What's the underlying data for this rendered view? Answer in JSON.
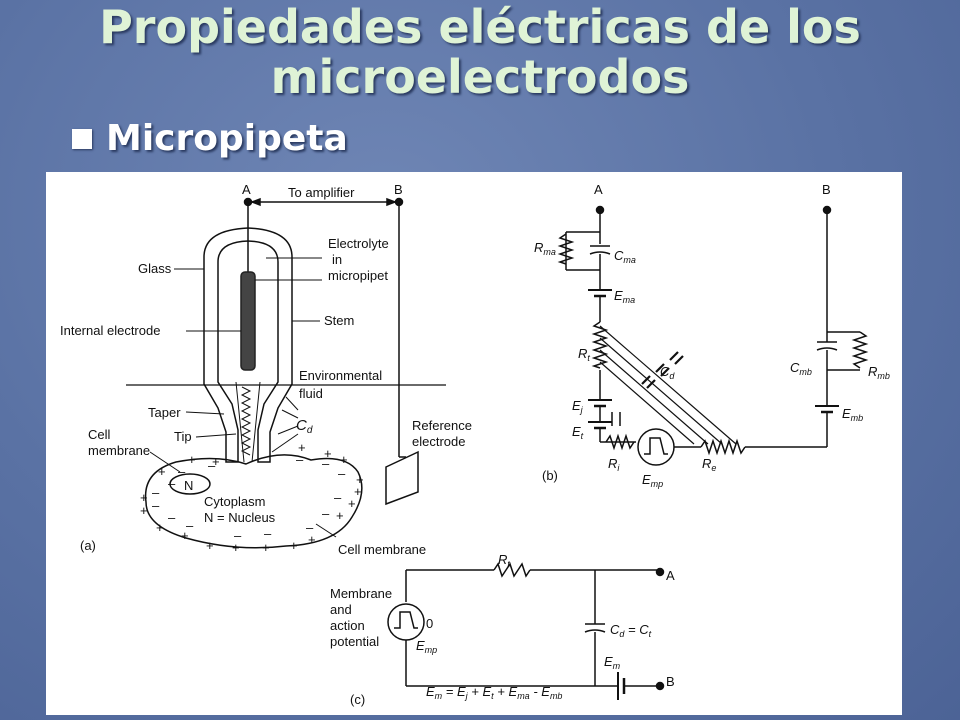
{
  "slide": {
    "title_line1": "Propiedades eléctricas de los",
    "title_line2": "microelectrodos",
    "bullet": "Micropipeta"
  },
  "figure": {
    "a": {
      "point_a": "A",
      "point_b": "B",
      "to_amplifier": "To amplifier",
      "electrolyte": "Electrolyte",
      "in": "in",
      "micropipet": "micropipet",
      "glass": "Glass",
      "internal_electrode": "Internal electrode",
      "stem": "Stem",
      "environmental": "Environmental",
      "fluid": "fluid",
      "taper": "Taper",
      "tip": "Tip",
      "cell": "Cell",
      "membrane": "membrane",
      "cd": "C",
      "cd_sub": "d",
      "nucleus_n": "N",
      "cytoplasm": "Cytoplasm",
      "nucleus": "N = Nucleus",
      "reference": "Reference",
      "electrode": "electrode",
      "cell_membrane": "Cell membrane",
      "label": "(a)"
    },
    "b": {
      "point_a": "A",
      "point_b": "B",
      "rma": "R",
      "rma_sub": "ma",
      "cma": "C",
      "cma_sub": "ma",
      "ema": "E",
      "ema_sub": "ma",
      "rt": "R",
      "rt_sub": "t",
      "cd": "C",
      "cd_sub": "d",
      "ej": "E",
      "ej_sub": "j",
      "et": "E",
      "et_sub": "t",
      "ri": "R",
      "ri_sub": "i",
      "re": "R",
      "re_sub": "e",
      "emp": "E",
      "emp_sub": "mp",
      "cmb": "C",
      "cmb_sub": "mb",
      "rmb": "R",
      "rmb_sub": "mb",
      "emb": "E",
      "emb_sub": "mb",
      "label": "(b)"
    },
    "c": {
      "rt": "R",
      "rt_sub": "t",
      "point_a": "A",
      "point_b": "B",
      "membrane": "Membrane",
      "and": "and",
      "action": "action",
      "potential": "potential",
      "zero": "0",
      "emp": "E",
      "emp_sub": "mp",
      "cd_eq": "C",
      "cd_eq_sub": "d",
      "cd_eq_mid": " = C",
      "cd_eq_sub2": "t",
      "em": "E",
      "em_sub": "m",
      "eq_e1": "E",
      "eq_s1": "m",
      "eq_t1": " = E",
      "eq_s2": "j",
      "eq_t2": " + E",
      "eq_s3": "t",
      "eq_t3": " + E",
      "eq_s4": "ma",
      "eq_t4": " - E",
      "eq_s5": "mb",
      "label": "(c)"
    }
  }
}
